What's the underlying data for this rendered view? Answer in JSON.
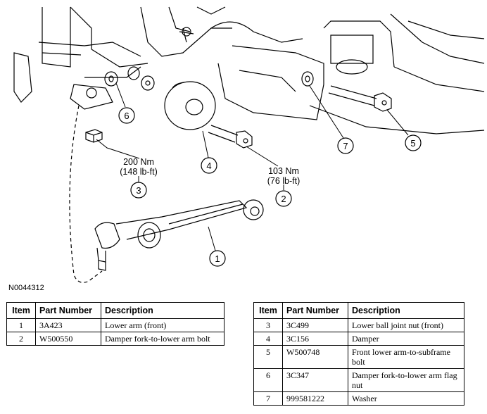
{
  "figure": {
    "id": "N0044312",
    "callouts": [
      "1",
      "2",
      "3",
      "4",
      "5",
      "6",
      "7"
    ],
    "torque_3": {
      "nm": "200 Nm",
      "lbft": "(148 lb-ft)"
    },
    "torque_2": {
      "nm": "103 Nm",
      "lbft": "(76 lb-ft)"
    }
  },
  "table": {
    "headers": {
      "item": "Item",
      "part_number": "Part Number",
      "description": "Description"
    },
    "left_rows": [
      {
        "item": "1",
        "part": "3A423",
        "desc": "Lower arm (front)"
      },
      {
        "item": "2",
        "part": "W500550",
        "desc": "Damper fork-to-lower arm bolt"
      }
    ],
    "right_rows": [
      {
        "item": "3",
        "part": "3C499",
        "desc": "Lower ball joint nut (front)"
      },
      {
        "item": "4",
        "part": "3C156",
        "desc": "Damper"
      },
      {
        "item": "5",
        "part": "W500748",
        "desc": "Front lower arm-to-subframe bolt"
      },
      {
        "item": "6",
        "part": "3C347",
        "desc": "Damper fork-to-lower arm flag nut"
      },
      {
        "item": "7",
        "part": "999581222",
        "desc": "Washer"
      }
    ]
  }
}
